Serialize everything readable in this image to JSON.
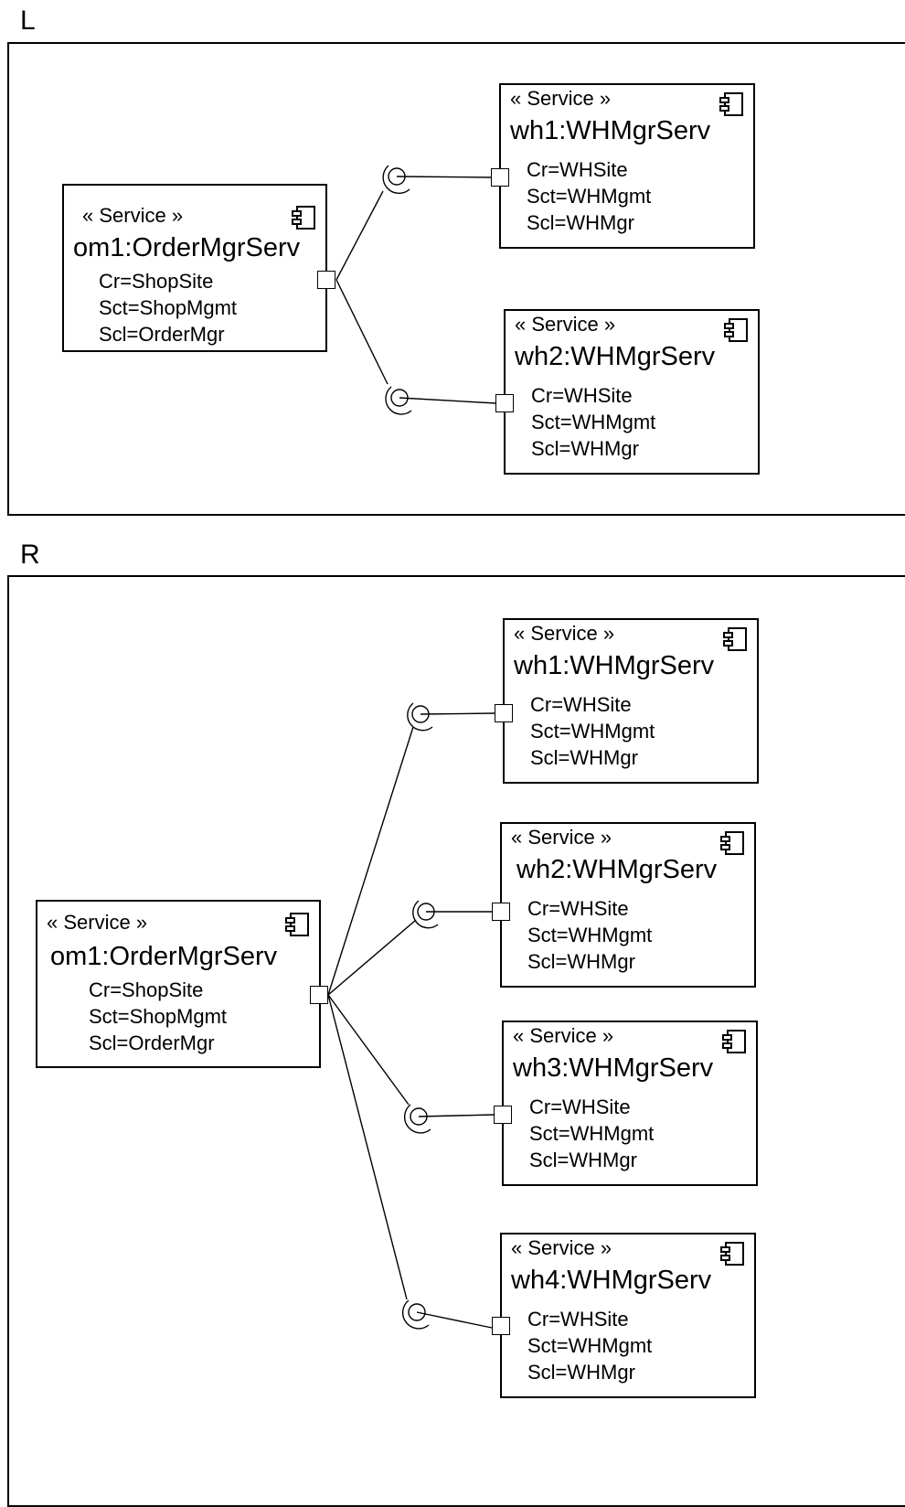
{
  "panels": {
    "left": {
      "label": "L",
      "consumer": {
        "stereotype": "« Service »",
        "name": "om1:OrderMgrServ",
        "attrs": [
          "Cr=ShopSite",
          "Sct=ShopMgmt",
          "Scl=OrderMgr"
        ]
      },
      "providers": [
        {
          "stereotype": "« Service »",
          "name": "wh1:WHMgrServ",
          "attrs": [
            "Cr=WHSite",
            "Sct=WHMgmt",
            "Scl=WHMgr"
          ]
        },
        {
          "stereotype": "« Service »",
          "name": "wh2:WHMgrServ",
          "attrs": [
            "Cr=WHSite",
            "Sct=WHMgmt",
            "Scl=WHMgr"
          ]
        }
      ]
    },
    "right": {
      "label": "R",
      "consumer": {
        "stereotype": "« Service »",
        "name": "om1:OrderMgrServ",
        "attrs": [
          "Cr=ShopSite",
          "Sct=ShopMgmt",
          "Scl=OrderMgr"
        ]
      },
      "providers": [
        {
          "stereotype": "« Service »",
          "name": "wh1:WHMgrServ",
          "attrs": [
            "Cr=WHSite",
            "Sct=WHMgmt",
            "Scl=WHMgr"
          ]
        },
        {
          "stereotype": "« Service »",
          "name": "wh2:WHMgrServ",
          "attrs": [
            "Cr=WHSite",
            "Sct=WHMgmt",
            "Scl=WHMgr"
          ]
        },
        {
          "stereotype": "« Service »",
          "name": "wh3:WHMgrServ",
          "attrs": [
            "Cr=WHSite",
            "Sct=WHMgmt",
            "Scl=WHMgr"
          ]
        },
        {
          "stereotype": "« Service »",
          "name": "wh4:WHMgrServ",
          "attrs": [
            "Cr=WHSite",
            "Sct=WHMgmt",
            "Scl=WHMgr"
          ]
        }
      ]
    }
  },
  "icons": {
    "component": "uml-component-icon",
    "required_interface": "socket-icon",
    "port": "port-square"
  }
}
